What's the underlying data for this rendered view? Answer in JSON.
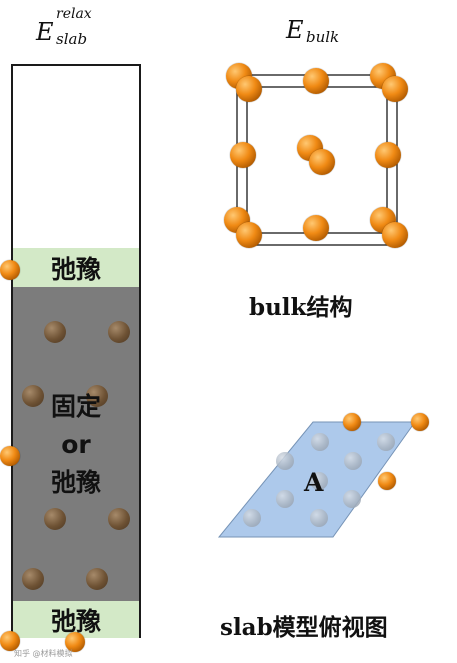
{
  "slab_formula": {
    "base": "E",
    "sup": "relax",
    "sub": "slab"
  },
  "bulk_formula": {
    "base": "E",
    "sub": "bulk"
  },
  "slab": {
    "relax_top_label": "弛豫",
    "fixed_label_line1": "固定",
    "fixed_label_line2": "or",
    "fixed_label_line3": "弛豫",
    "relax_bottom_label": "弛豫"
  },
  "bulk_caption": "bulk结构",
  "top_view": {
    "site_label": "A",
    "caption": "slab模型俯视图"
  },
  "watermark": "知乎 @材料模拟",
  "colors": {
    "atom": "#f08a14",
    "relax_band": "#d3e9c7",
    "fixed_region": "#7c7c7c",
    "surface_plane": "#a9c7ea"
  }
}
